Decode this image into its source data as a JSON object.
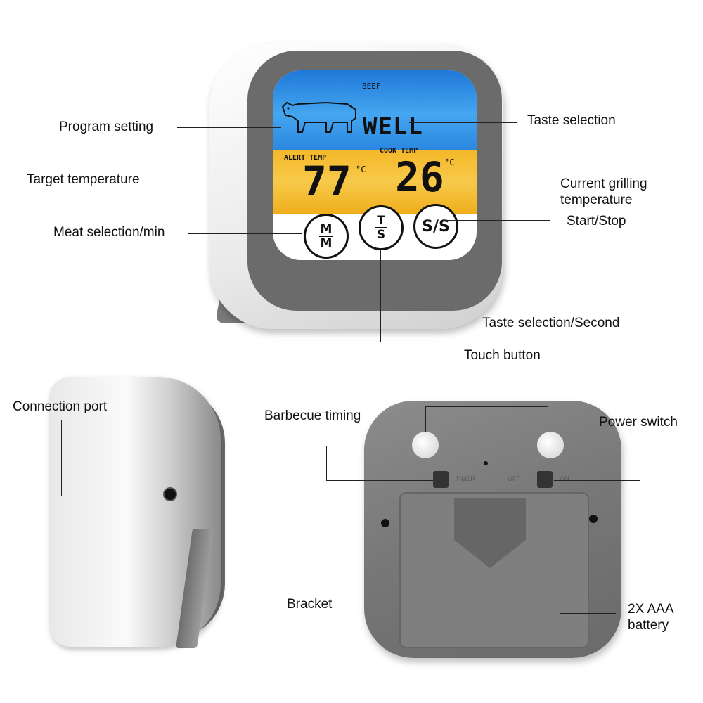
{
  "front_display": {
    "meat": "BEEF",
    "taste": "WELL",
    "alert_label": "ALERT TEMP",
    "cook_label": "COOK TEMP",
    "alert_value": "77",
    "cook_value": "26",
    "unit": "°C",
    "buttons": {
      "left_top": "M",
      "left_bottom": "M",
      "middle_top": "T",
      "middle_bottom": "S",
      "right": "S/S"
    }
  },
  "back_device": {
    "switch_left_right_text": "TIMER",
    "switch_right_left_text": "OFF",
    "switch_right_right_text": "ON"
  },
  "labels": {
    "program_setting": "Program setting",
    "taste_selection": "Taste selection",
    "target_temperature": "Target temperature",
    "current_grilling_1": "Current grilling",
    "current_grilling_2": "temperature",
    "meat_selection": "Meat selection/min",
    "start_stop": "Start/Stop",
    "taste_selection_second": "Taste selection/Second",
    "touch_button": "Touch button",
    "connection_port": "Connection port",
    "barbecue_timing": "Barbecue timing",
    "power_switch": "Power switch",
    "bracket": "Bracket",
    "battery_1": "2X AAA",
    "battery_2": "battery"
  }
}
